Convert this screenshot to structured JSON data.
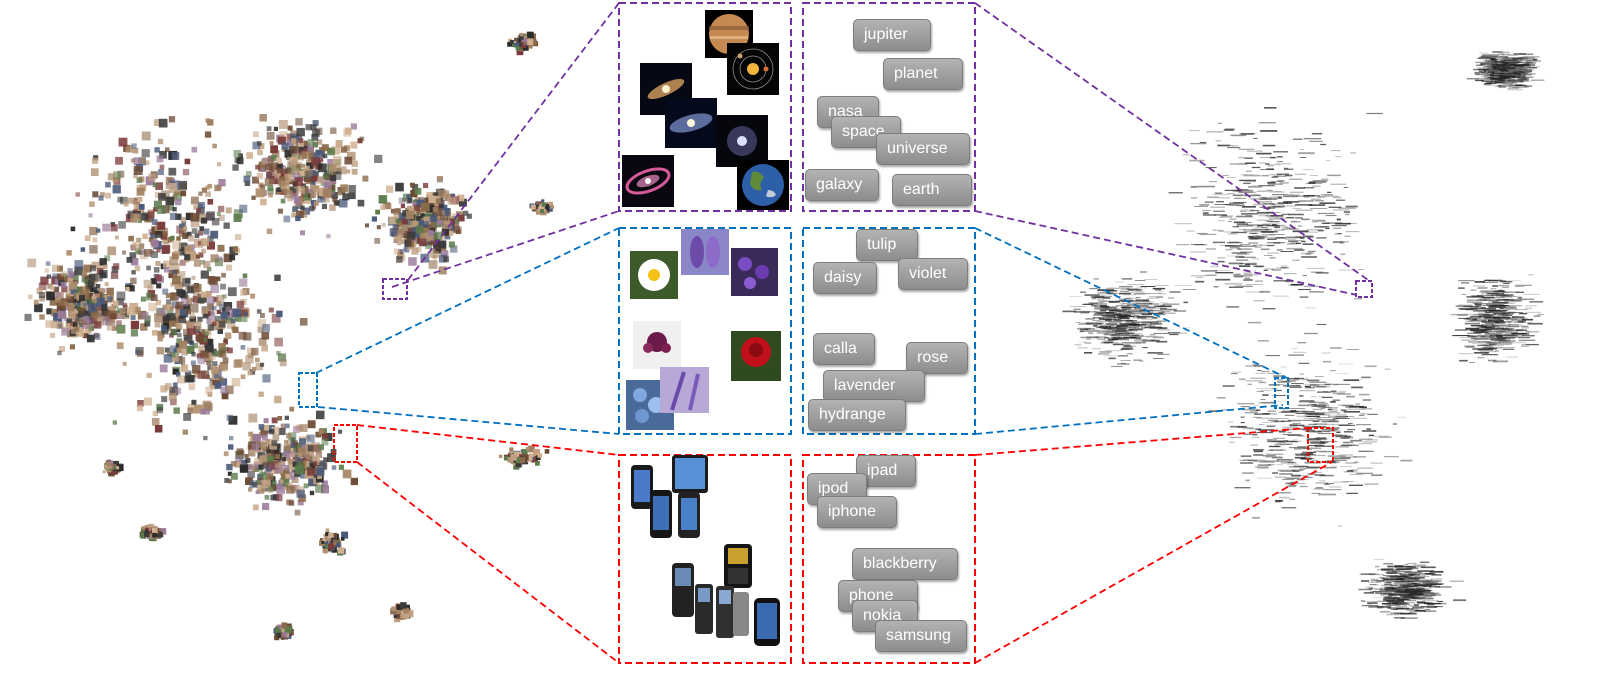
{
  "colors": {
    "space": "#7030a0",
    "flowers": "#0070c0",
    "phones": "#ff0000",
    "tag_fill": "#a0a0a0"
  },
  "panels": [
    {
      "id": "space",
      "color_key": "space",
      "tags": [
        "jupiter",
        "planet",
        "nasa",
        "space",
        "universe",
        "galaxy",
        "earth"
      ],
      "image_icons": [
        "jupiter-image",
        "solar-system-image",
        "galaxy-image",
        "spiral-galaxy-image",
        "nebula-image",
        "pink-galaxy-image",
        "earth-image"
      ]
    },
    {
      "id": "flowers",
      "color_key": "flowers",
      "tags": [
        "tulip",
        "daisy",
        "violet",
        "calla",
        "rose",
        "lavender",
        "hydrange"
      ],
      "image_icons": [
        "daisy-image",
        "crocus-image",
        "violet-image",
        "bouquet-image",
        "rose-image",
        "hydrangea-image",
        "lavender-image"
      ]
    },
    {
      "id": "phones",
      "color_key": "phones",
      "tags": [
        "ipad",
        "ipod",
        "iphone",
        "blackberry",
        "phone",
        "nokia",
        "samsung"
      ],
      "image_icons": [
        "iphone-image",
        "ipad-image",
        "iphone-group-image",
        "blackberry-image",
        "nokia-image",
        "samsung-image"
      ]
    }
  ]
}
